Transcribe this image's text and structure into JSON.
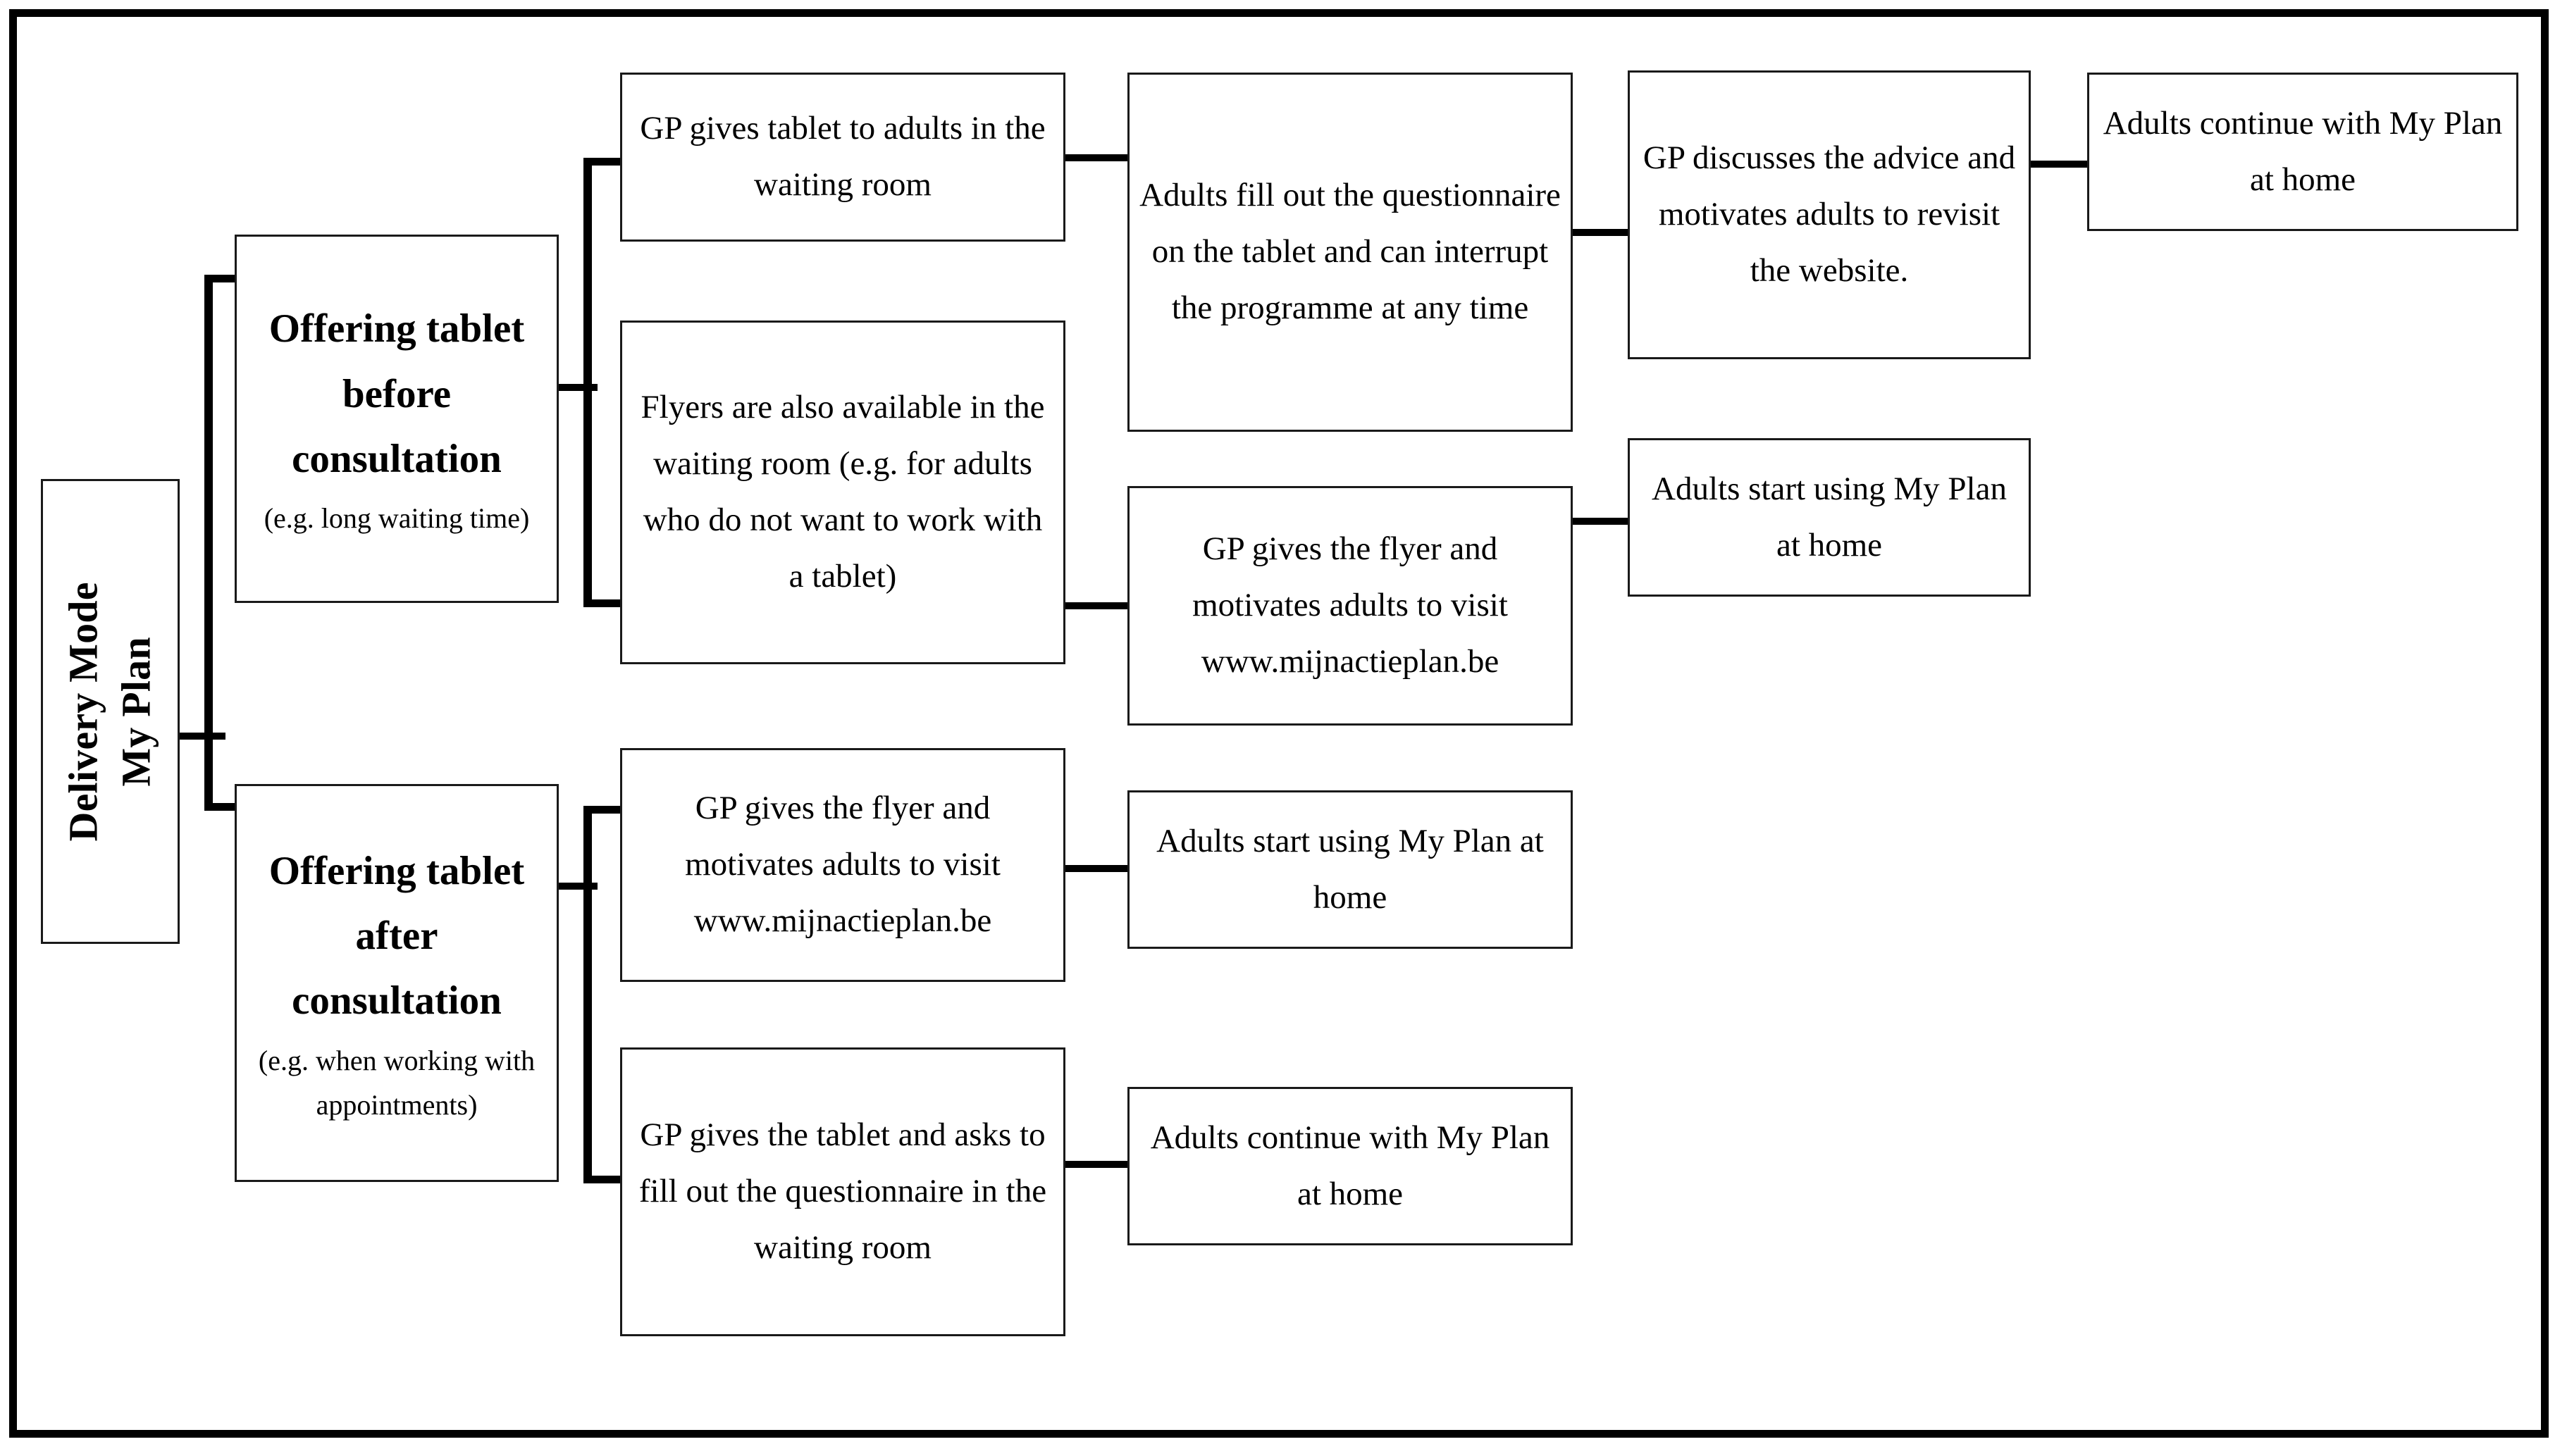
{
  "figure": {
    "type": "flowchart",
    "orientation": "left-to-right",
    "frame": {
      "border_color": "#000000"
    }
  },
  "root": {
    "label_line1": "Delivery Mode",
    "label_line2": "My Plan"
  },
  "branches": [
    {
      "id": "before-consultation",
      "title": "Offering tablet before consultation",
      "subtitle": "(e.g. long waiting time)"
    },
    {
      "id": "after-consultation",
      "title": "Offering tablet after consultation",
      "subtitle": "(e.g. when working with appointments)"
    }
  ],
  "steps": {
    "gp_gives_tablet_waiting_room": "GP gives tablet to adults in the waiting room",
    "flyers_available": "Flyers are also available in the waiting room (e.g. for adults who do not want to work with a tablet)",
    "adults_fill_questionnaire": "Adults fill out the questionnaire on the tablet and can interrupt the programme at any time",
    "gp_discusses_advice": "GP discusses the advice and motivates adults to revisit the website.",
    "adults_continue_top": "Adults continue with My Plan at home",
    "gp_gives_flyer_upper": "GP gives the flyer and motivates adults to visit www.mijnactieplan.be",
    "adults_start_using_upper": "Adults start using My Plan at home",
    "gp_gives_flyer_lower": "GP gives the flyer and motivates adults to visit www.mijnactieplan.be",
    "adults_start_using_lower": "Adults start using My Plan at home",
    "gp_gives_tablet_asks": "GP gives the tablet and asks to fill out the questionnaire in the waiting room",
    "adults_continue_bottom": "Adults continue with My Plan at home"
  },
  "colors": {
    "frame": "#000000",
    "box_border": "#1a1a1a",
    "connector": "#000000",
    "background": "#ffffff",
    "text": "#000000"
  }
}
